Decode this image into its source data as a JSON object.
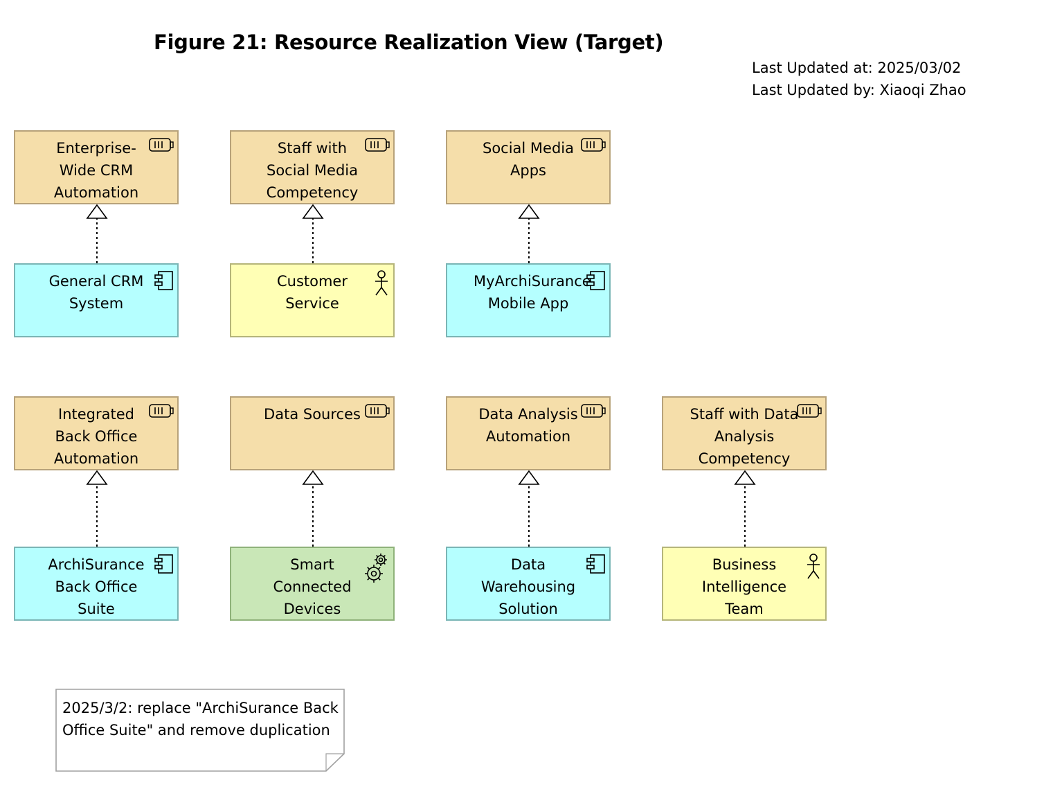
{
  "diagram": {
    "title": "Figure 21: Resource Realization View (Target)",
    "meta": {
      "updated_at": "Last Updated at: 2025/03/02",
      "updated_by": "Last Updated by: Xiaoqi Zhao"
    },
    "colors": {
      "resource_fill": "#f5deaa",
      "application_fill": "#b5ffff",
      "actor_fill": "#ffffb5",
      "technology_fill": "#c9e7b7"
    },
    "nodes": {
      "enterprise_crm": {
        "label": "Enterprise-Wide CRM Automation",
        "type": "resource",
        "icon": "resource-icon"
      },
      "staff_social": {
        "label": "Staff with Social Media Competency",
        "type": "resource",
        "icon": "resource-icon"
      },
      "social_apps": {
        "label": "Social Media Apps",
        "type": "resource",
        "icon": "resource-icon"
      },
      "general_crm": {
        "label": "General CRM System",
        "type": "application-component",
        "icon": "component-icon"
      },
      "customer_service": {
        "label": "Customer Service",
        "type": "business-actor",
        "icon": "actor-icon"
      },
      "myarchi_app": {
        "label": "MyArchiSurance Mobile App",
        "type": "application-component",
        "icon": "component-icon"
      },
      "integrated_backoffice": {
        "label": "Integrated Back Office Automation",
        "type": "resource",
        "icon": "resource-icon"
      },
      "data_sources": {
        "label": "Data Sources",
        "type": "resource",
        "icon": "resource-icon"
      },
      "data_analysis_auto": {
        "label": "Data Analysis Automation",
        "type": "resource",
        "icon": "resource-icon"
      },
      "staff_data": {
        "label": "Staff with Data Analysis Competency",
        "type": "resource",
        "icon": "resource-icon"
      },
      "archi_backoffice": {
        "label": "ArchiSurance Back Office Suite",
        "type": "application-component",
        "icon": "component-icon"
      },
      "smart_devices": {
        "label": "Smart Connected Devices",
        "type": "system-software",
        "icon": "gears-icon"
      },
      "data_warehouse": {
        "label": "Data Warehousing Solution",
        "type": "application-component",
        "icon": "component-icon"
      },
      "bi_team": {
        "label": "Business Intelligence Team",
        "type": "business-actor",
        "icon": "actor-icon"
      }
    },
    "edges": [
      {
        "from": "general_crm",
        "to": "enterprise_crm",
        "type": "realization"
      },
      {
        "from": "customer_service",
        "to": "staff_social",
        "type": "realization"
      },
      {
        "from": "myarchi_app",
        "to": "social_apps",
        "type": "realization"
      },
      {
        "from": "archi_backoffice",
        "to": "integrated_backoffice",
        "type": "realization"
      },
      {
        "from": "smart_devices",
        "to": "data_sources",
        "type": "realization"
      },
      {
        "from": "data_warehouse",
        "to": "data_analysis_auto",
        "type": "realization"
      },
      {
        "from": "bi_team",
        "to": "staff_data",
        "type": "realization"
      }
    ],
    "note": "2025/3/2: replace \"ArchiSurance Back Office Suite\" and remove duplication"
  }
}
